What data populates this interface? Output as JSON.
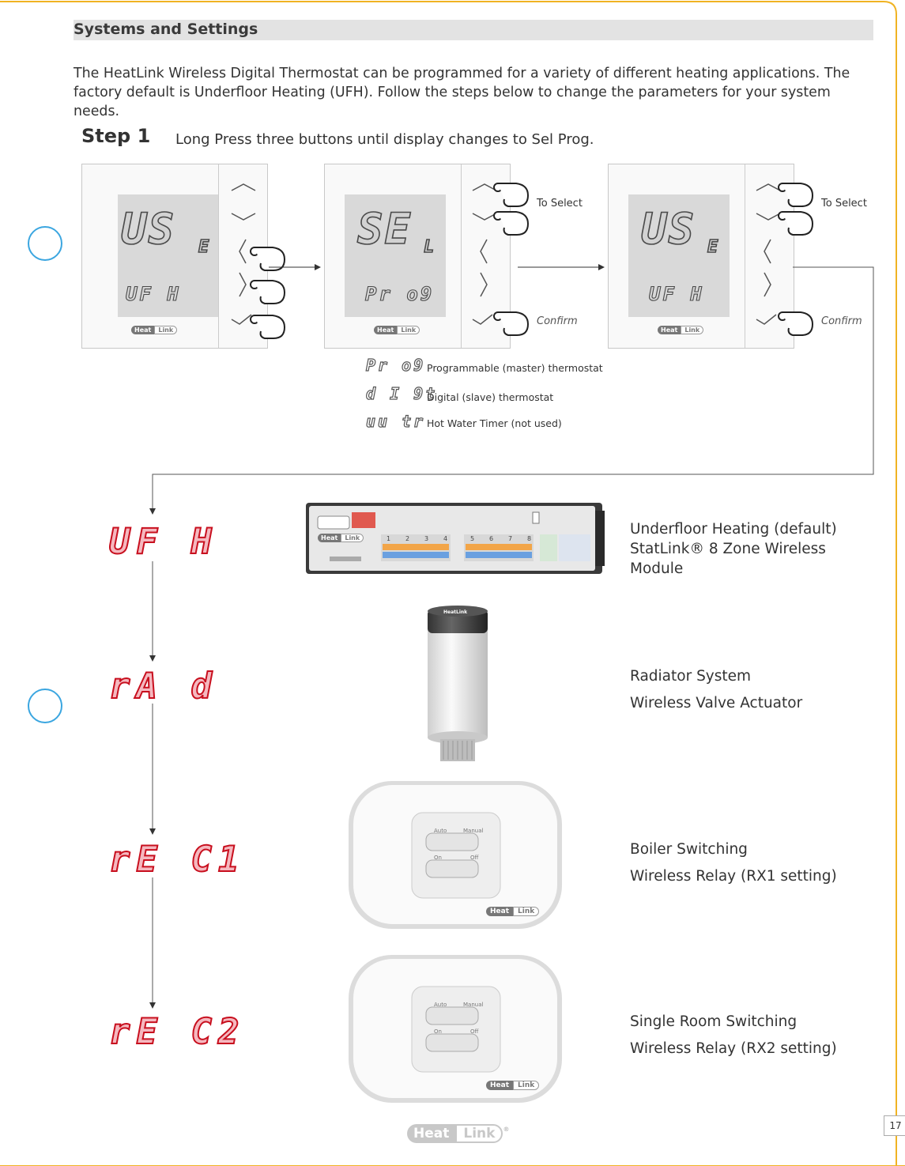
{
  "section_title": "Systems and Settings",
  "intro": "The HeatLink Wireless Digital Thermostat can be programmed for a variety of different heating applications. The factory default is Underfloor Heating (UFH). Follow the steps below to change the parameters for your system needs.",
  "step": {
    "label": "Step 1",
    "text": "Long Press three buttons until display changes to Sel Prog."
  },
  "devices": [
    {
      "main": "US",
      "sub": "E",
      "line2": "UF H",
      "logo_heat": "Heat",
      "logo_link": "Link"
    },
    {
      "main": "SE",
      "sub": "L",
      "line2": "Pr o9",
      "logo_heat": "Heat",
      "logo_link": "Link"
    },
    {
      "main": "US",
      "sub": "E",
      "line2": "UF H",
      "logo_heat": "Heat",
      "logo_link": "Link"
    }
  ],
  "annotations": {
    "select": "To Select",
    "confirm": "Confirm"
  },
  "modes": [
    {
      "code": "Pr o9",
      "desc": "Programmable (master) thermostat"
    },
    {
      "code": "d I 9t",
      "desc": "Digital (slave) thermostat"
    },
    {
      "code": "uu tr",
      "desc": "Hot Water Timer (not used)"
    }
  ],
  "options": [
    {
      "code": "UF H",
      "line1": "Underfloor Heating (default)",
      "line2": "StatLink® 8 Zone Wireless",
      "line3": "Module"
    },
    {
      "code": "rA d",
      "line1": "Radiator System",
      "line2": "Wireless Valve Actuator"
    },
    {
      "code": "rE C1",
      "line1": "Boiler Switching",
      "line2": "Wireless Relay (RX1 setting)"
    },
    {
      "code": "rE C2",
      "line1": "Single Room Switching",
      "line2": "Wireless Relay (RX2 setting)"
    }
  ],
  "module": {
    "zones": [
      "1",
      "2",
      "3",
      "4",
      "5",
      "6",
      "7",
      "8"
    ],
    "logo_heat": "Heat",
    "logo_link": "Link"
  },
  "actuator_logo": "HeatLink",
  "relay": {
    "auto": "Auto",
    "manual": "Manual",
    "on": "On",
    "off": "Off",
    "logo_heat": "Heat",
    "logo_link": "Link"
  },
  "footer": {
    "heat": "Heat",
    "link": "Link",
    "reg": "®"
  },
  "page_number": "17",
  "colors": {
    "accent_frame": "#f0b323",
    "circle": "#3ba6e0",
    "code_red": "#c80f1e",
    "header_bar": "#e3e3e3"
  }
}
